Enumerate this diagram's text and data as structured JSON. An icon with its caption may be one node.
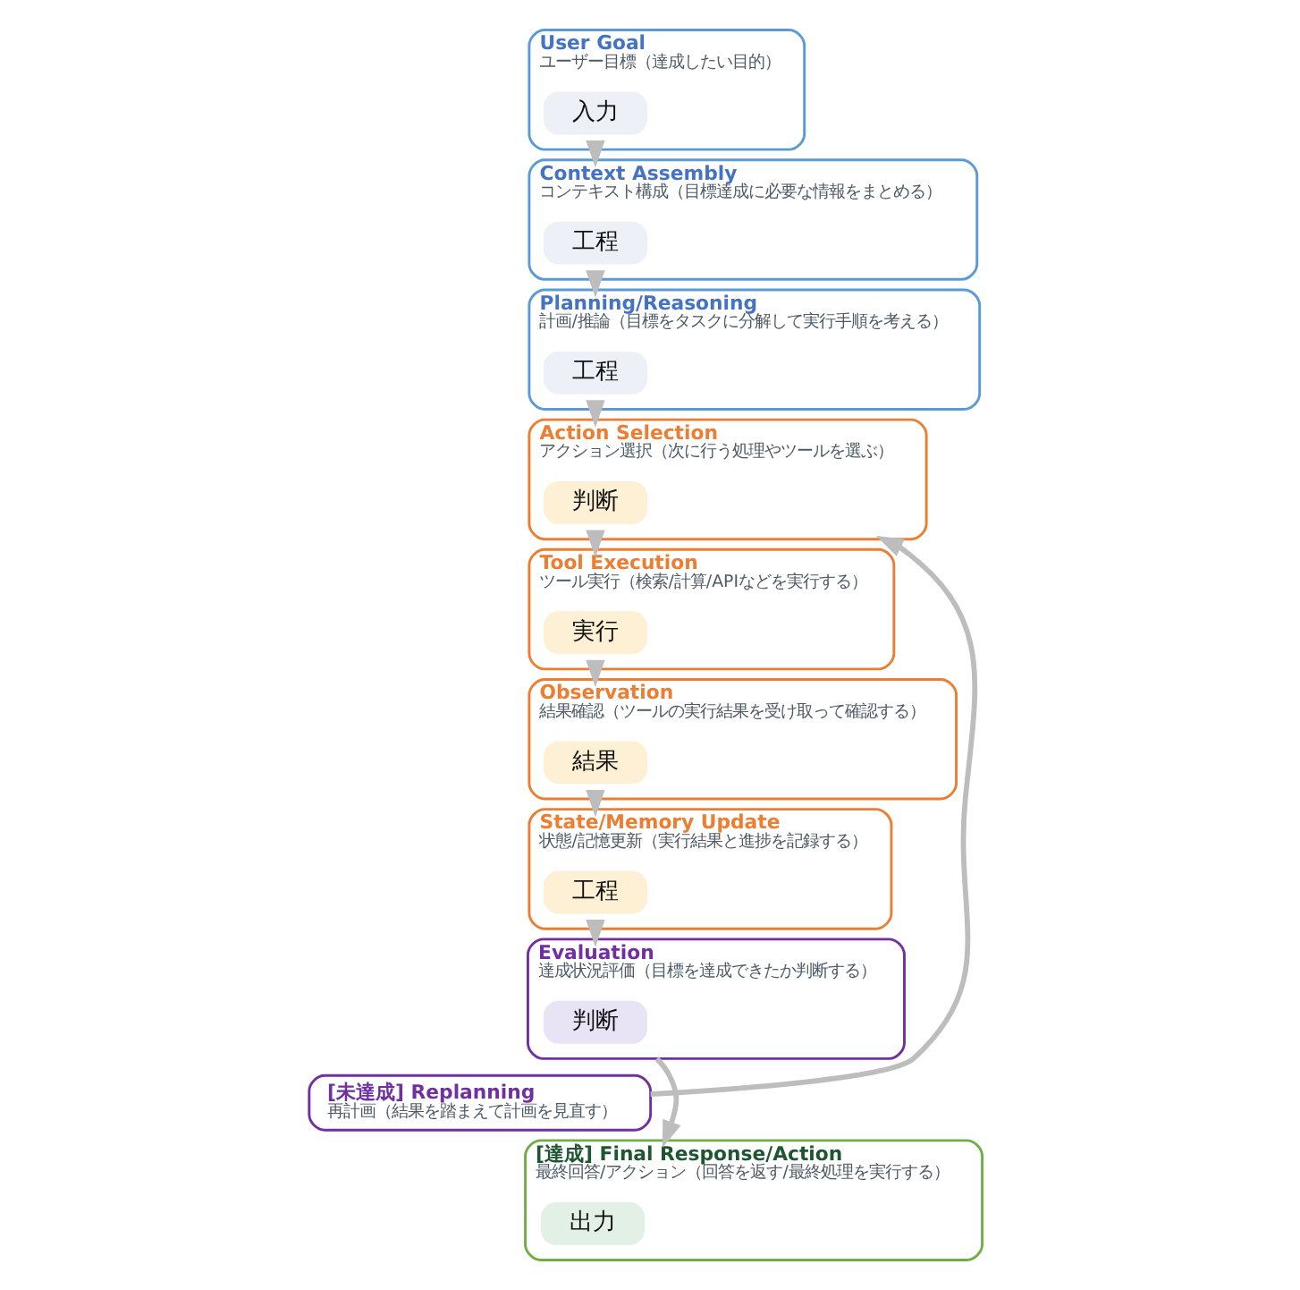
{
  "diagram": {
    "nodes": [
      {
        "text": [
          "User Goal",
          "ユーザー目標（達成したい目的）"
        ]
      },
      {
        "text": [
          "入力"
        ],
        "in": 0
      },
      {
        "text": [
          "Context Assembly",
          "コンテキスト構成（目標達成に必要な情報をまとめる）"
        ]
      },
      {
        "text": [
          "工程"
        ],
        "in": 2
      },
      {
        "text": [
          "Planning/Reasoning",
          "計画/推論（目標をタスクに分解して実行手順を考える）"
        ]
      },
      {
        "text": [
          "工程"
        ],
        "in": 4
      },
      {
        "text": [
          "Action Selection",
          "アクション選択（次に行う処理やツールを選ぶ）"
        ]
      },
      {
        "text": [
          "判断"
        ],
        "in": 6
      },
      {
        "text": [
          "Tool Execution",
          "ツール実行（検索/計算/APIなどを実行する）"
        ]
      },
      {
        "text": [
          "実行"
        ],
        "in": 8
      },
      {
        "text": [
          "Observation",
          "結果確認（ツールの実行結果を受け取って確認する）"
        ]
      },
      {
        "text": [
          "結果"
        ],
        "in": 10
      },
      {
        "text": [
          "State/Memory Update",
          "状態/記憶更新（実行結果と進捗を記録する）"
        ]
      },
      {
        "text": [
          "工程"
        ],
        "in": 12
      },
      {
        "text": [
          "Evaluation",
          "達成状況評価（目標を達成できたか判断する）"
        ]
      },
      {
        "text": [
          "判断"
        ],
        "in": 14
      },
      {
        "text": [
          "[未達成] Replanning",
          "再計画（結果を踏まえて計画を見直す）"
        ]
      },
      {
        "text": [
          "[達成] Final Response/Action",
          "最終回答/アクション（回答を返す/最終処理を実行する）"
        ]
      },
      {
        "text": [
          "出力"
        ],
        "in": 17
      }
    ],
    "edges": [
      {
        "from": 0,
        "to": 2,
        "arrow": "to"
      },
      {
        "from": 2,
        "to": 4,
        "arrow": "to"
      },
      {
        "from": 4,
        "to": 6,
        "arrow": "to"
      },
      {
        "from": 6,
        "to": 8,
        "arrow": "to"
      },
      {
        "from": 8,
        "to": 10,
        "arrow": "to"
      },
      {
        "from": 10,
        "to": 12,
        "arrow": "to"
      },
      {
        "from": 12,
        "to": 14,
        "arrow": "to"
      },
      {
        "from": 14,
        "to": 17,
        "arrow": "to"
      },
      {
        "from": 16,
        "to": 6,
        "arrow": "to"
      }
    ]
  }
}
